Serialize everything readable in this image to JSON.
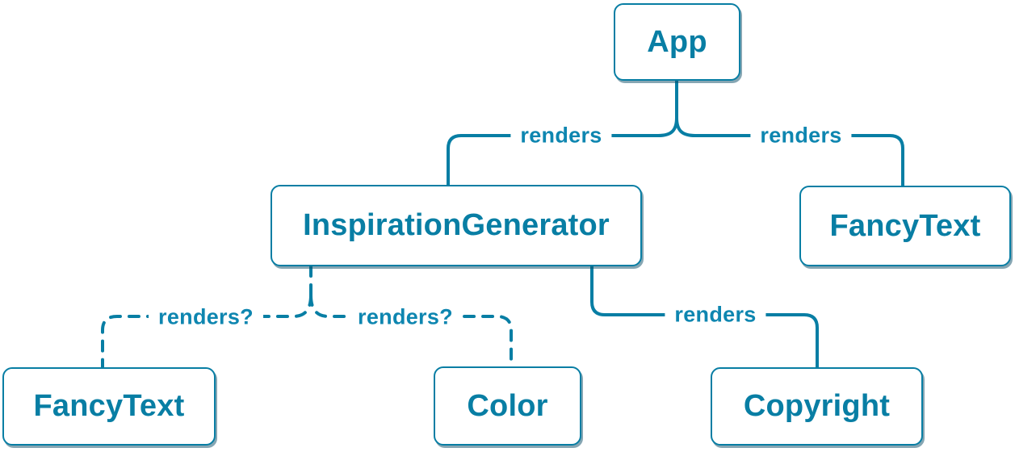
{
  "diagram": {
    "accent_color": "#087EA4",
    "node_background": "#FFFFFF",
    "shadow_color": "rgba(13,77,104,0.5)",
    "nodes": [
      {
        "id": "app",
        "label": "App"
      },
      {
        "id": "inspiration-generator",
        "label": "InspirationGenerator"
      },
      {
        "id": "fancy-text-top",
        "label": "FancyText"
      },
      {
        "id": "fancy-text-bottom",
        "label": "FancyText"
      },
      {
        "id": "color",
        "label": "Color"
      },
      {
        "id": "copyright",
        "label": "Copyright"
      }
    ],
    "edges": [
      {
        "from": "App",
        "to": "InspirationGenerator",
        "label": "renders",
        "style": "solid"
      },
      {
        "from": "App",
        "to": "FancyText",
        "label": "renders",
        "style": "solid"
      },
      {
        "from": "InspirationGenerator",
        "to": "FancyText",
        "label": "renders?",
        "style": "dashed"
      },
      {
        "from": "InspirationGenerator",
        "to": "Color",
        "label": "renders?",
        "style": "dashed"
      },
      {
        "from": "InspirationGenerator",
        "to": "Copyright",
        "label": "renders",
        "style": "solid"
      }
    ]
  }
}
